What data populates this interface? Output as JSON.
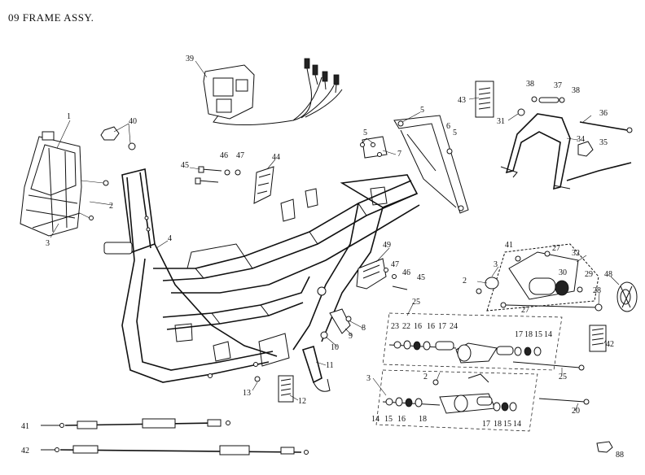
{
  "header": {
    "title": "09   FRAME ASSY."
  },
  "callouts": [
    {
      "id": "c1",
      "text": "1"
    },
    {
      "id": "c2",
      "text": "2"
    },
    {
      "id": "c3",
      "text": "3"
    },
    {
      "id": "c4",
      "text": "4"
    },
    {
      "id": "c40",
      "text": "40"
    },
    {
      "id": "c39",
      "text": "39"
    },
    {
      "id": "c45a",
      "text": "45"
    },
    {
      "id": "c46a",
      "text": "46"
    },
    {
      "id": "c47a",
      "text": "47"
    },
    {
      "id": "c44",
      "text": "44"
    },
    {
      "id": "c5a",
      "text": "5"
    },
    {
      "id": "c6",
      "text": "6"
    },
    {
      "id": "c5b",
      "text": "5"
    },
    {
      "id": "c5c",
      "text": "5"
    },
    {
      "id": "c7",
      "text": "7"
    },
    {
      "id": "c43",
      "text": "43"
    },
    {
      "id": "c38a",
      "text": "38"
    },
    {
      "id": "c37a",
      "text": "37"
    },
    {
      "id": "c38b",
      "text": "38"
    },
    {
      "id": "c36",
      "text": "36"
    },
    {
      "id": "c31",
      "text": "31"
    },
    {
      "id": "c34",
      "text": "34"
    },
    {
      "id": "c35",
      "text": "35"
    },
    {
      "id": "c49",
      "text": "49"
    },
    {
      "id": "c47b",
      "text": "47"
    },
    {
      "id": "c46b",
      "text": "46"
    },
    {
      "id": "c45b",
      "text": "45"
    },
    {
      "id": "c41a",
      "text": "41"
    },
    {
      "id": "c27a",
      "text": "27"
    },
    {
      "id": "c32",
      "text": "32"
    },
    {
      "id": "c2b",
      "text": "2"
    },
    {
      "id": "c3b",
      "text": "3"
    },
    {
      "id": "c30",
      "text": "30"
    },
    {
      "id": "c29",
      "text": "29"
    },
    {
      "id": "c28",
      "text": "28"
    },
    {
      "id": "c27b",
      "text": "27"
    },
    {
      "id": "c48",
      "text": "48"
    },
    {
      "id": "c8",
      "text": "8"
    },
    {
      "id": "c9",
      "text": "9"
    },
    {
      "id": "c10",
      "text": "10"
    },
    {
      "id": "c11",
      "text": "11"
    },
    {
      "id": "c13",
      "text": "13"
    },
    {
      "id": "c12",
      "text": "12"
    },
    {
      "id": "c25a",
      "text": "25"
    },
    {
      "id": "c23",
      "text": "23"
    },
    {
      "id": "c22",
      "text": "22"
    },
    {
      "id": "c16a",
      "text": "16"
    },
    {
      "id": "c16b",
      "text": "16"
    },
    {
      "id": "c17a",
      "text": "17"
    },
    {
      "id": "c24a",
      "text": "24"
    },
    {
      "id": "c17b",
      "text": "17"
    },
    {
      "id": "c18a",
      "text": "18"
    },
    {
      "id": "c15a",
      "text": "15"
    },
    {
      "id": "c14a",
      "text": "14"
    },
    {
      "id": "c42",
      "text": "42"
    },
    {
      "id": "c2c",
      "text": "2"
    },
    {
      "id": "c25b",
      "text": "25"
    },
    {
      "id": "c3c",
      "text": "3"
    },
    {
      "id": "c14b",
      "text": "14"
    },
    {
      "id": "c15b",
      "text": "15"
    },
    {
      "id": "c16c",
      "text": "16"
    },
    {
      "id": "c18b",
      "text": "18"
    },
    {
      "id": "c17c",
      "text": "17"
    },
    {
      "id": "c18c",
      "text": "18"
    },
    {
      "id": "c15c",
      "text": "15"
    },
    {
      "id": "c14c",
      "text": "14"
    },
    {
      "id": "c20",
      "text": "20"
    },
    {
      "id": "c41b",
      "text": "41"
    },
    {
      "id": "c42b",
      "text": "42"
    },
    {
      "id": "c88",
      "text": "88"
    }
  ]
}
